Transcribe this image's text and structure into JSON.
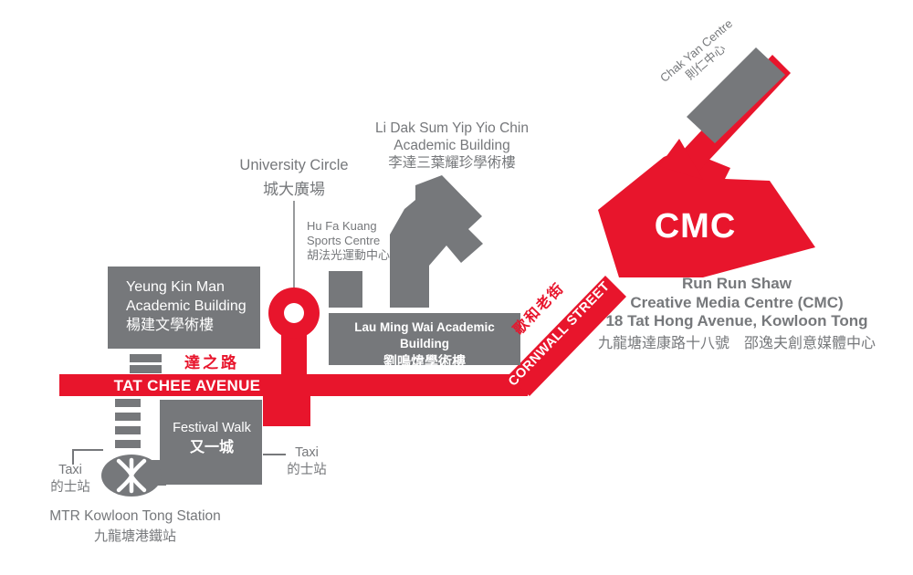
{
  "colors": {
    "road_red": "#E8152C",
    "building_gray": "#76787B",
    "label_gray": "#76787B",
    "white": "#FFFFFF"
  },
  "buildings": {
    "chak_yan": {
      "en": "Chak Yan Centre",
      "zh": "則仁中心"
    },
    "li_dak_sum": {
      "en1": "Li Dak Sum Yip Yio Chin",
      "en2": "Academic Building",
      "zh": "李達三葉耀珍學術樓"
    },
    "hu_fa_kuang": {
      "en1": "Hu Fa Kuang",
      "en2": "Sports Centre",
      "zh": "胡法光運動中心"
    },
    "yeung_kin_man": {
      "en1": "Yeung Kin Man",
      "en2": "Academic Building",
      "zh": "楊建文學術樓"
    },
    "lau_ming_wai": {
      "en": "Lau Ming Wai Academic Building",
      "zh": "劉鳴煒學術樓"
    },
    "festival_walk": {
      "en": "Festival Walk",
      "zh": "又一城"
    },
    "cmc": {
      "abbr": "CMC",
      "name_en1": "Run Run Shaw",
      "name_en2": "Creative Media Centre (CMC)",
      "address_en": "18 Tat Hong Avenue, Kowloon Tong",
      "address_zh": "九龍塘達康路十八號　邵逸夫創意媒體中心"
    }
  },
  "roads": {
    "tat_chee_avenue": {
      "en": "TAT CHEE AVENUE",
      "zh": "達之路"
    },
    "cornwall_street": {
      "en": "CORNWALL STREET",
      "zh": "歌和老街"
    }
  },
  "places": {
    "university_circle": {
      "en": "University Circle",
      "zh": "城大廣場"
    },
    "mtr_station": {
      "en": "MTR Kowloon Tong Station",
      "zh": "九龍塘港鐵站"
    },
    "taxi_stand_west": {
      "en": "Taxi",
      "zh": "的士站"
    },
    "taxi_stand_east": {
      "en": "Taxi",
      "zh": "的士站"
    }
  }
}
